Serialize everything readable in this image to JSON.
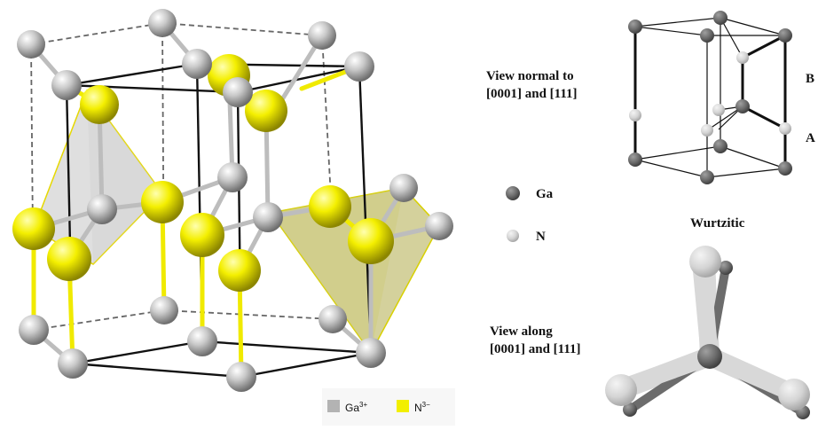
{
  "left_legend": {
    "ga": {
      "text": "Ga",
      "charge": "3+",
      "color": "#b3b3b3"
    },
    "n": {
      "text": "N",
      "charge": "3−",
      "color": "#f2ef00"
    }
  },
  "right_panel": {
    "view_normal_line1": "View normal to",
    "view_normal_line2": "[0001] and [111]",
    "label_b": "B",
    "label_a": "A",
    "legend_ga": "Ga",
    "legend_n": "N",
    "title": "Wurtzitic",
    "view_along_line1": "View along",
    "view_along_line2": "[0001] and [111]"
  },
  "colors": {
    "ga_atom": "#c4c4c4",
    "n_atom": "#f2ef00",
    "ga_dark": "#6a6a6a",
    "n_light": "#d4d4d4",
    "tetra_gray": "#b0b0b0",
    "tetra_olive": "#b8b35a"
  }
}
